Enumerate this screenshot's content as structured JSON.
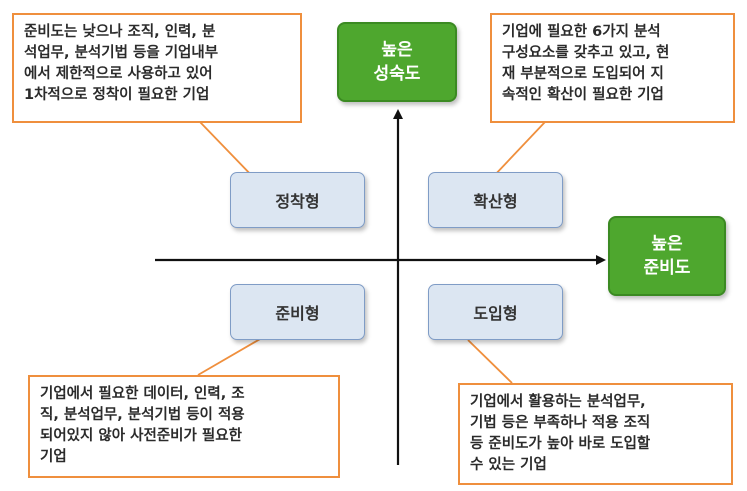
{
  "axes": {
    "vertical": {
      "line1": "높은",
      "line2": "성숙도"
    },
    "horizontal": {
      "line1": "높은",
      "line2": "준비도"
    }
  },
  "types": {
    "top_left": "정착형",
    "top_right": "확산형",
    "bottom_left": "준비형",
    "bottom_right": "도입형"
  },
  "descriptions": {
    "top_left": "준비도는 낮으나 조직, 인력, 분\n석업무, 분석기법 등을 기업내부\n에서 제한적으로 사용하고 있어\n1차적으로 정착이 필요한 기업",
    "top_right": "기업에 필요한 6가지 분석\n구성요소를 갖추고 있고, 현\n재 부분적으로 도입되어 지\n속적인 확산이 필요한 기업",
    "bottom_left": "기업에서 필요한 데이터, 인력, 조\n직, 분석업무, 분석기법 등이 적용\n되어있지 않아 사전준비가 필요한\n기업",
    "bottom_right": "기업에서 활용하는 분석업무,\n기법 등은 부족하나 적용 조직\n등 준비도가 높아 바로 도입할\n수 있는 기업"
  },
  "colors": {
    "accent_orange": "#ef8f3d",
    "green_box": "#4ea72e",
    "type_box_fill": "#dce6f2",
    "type_box_border": "#7f9cc6"
  }
}
